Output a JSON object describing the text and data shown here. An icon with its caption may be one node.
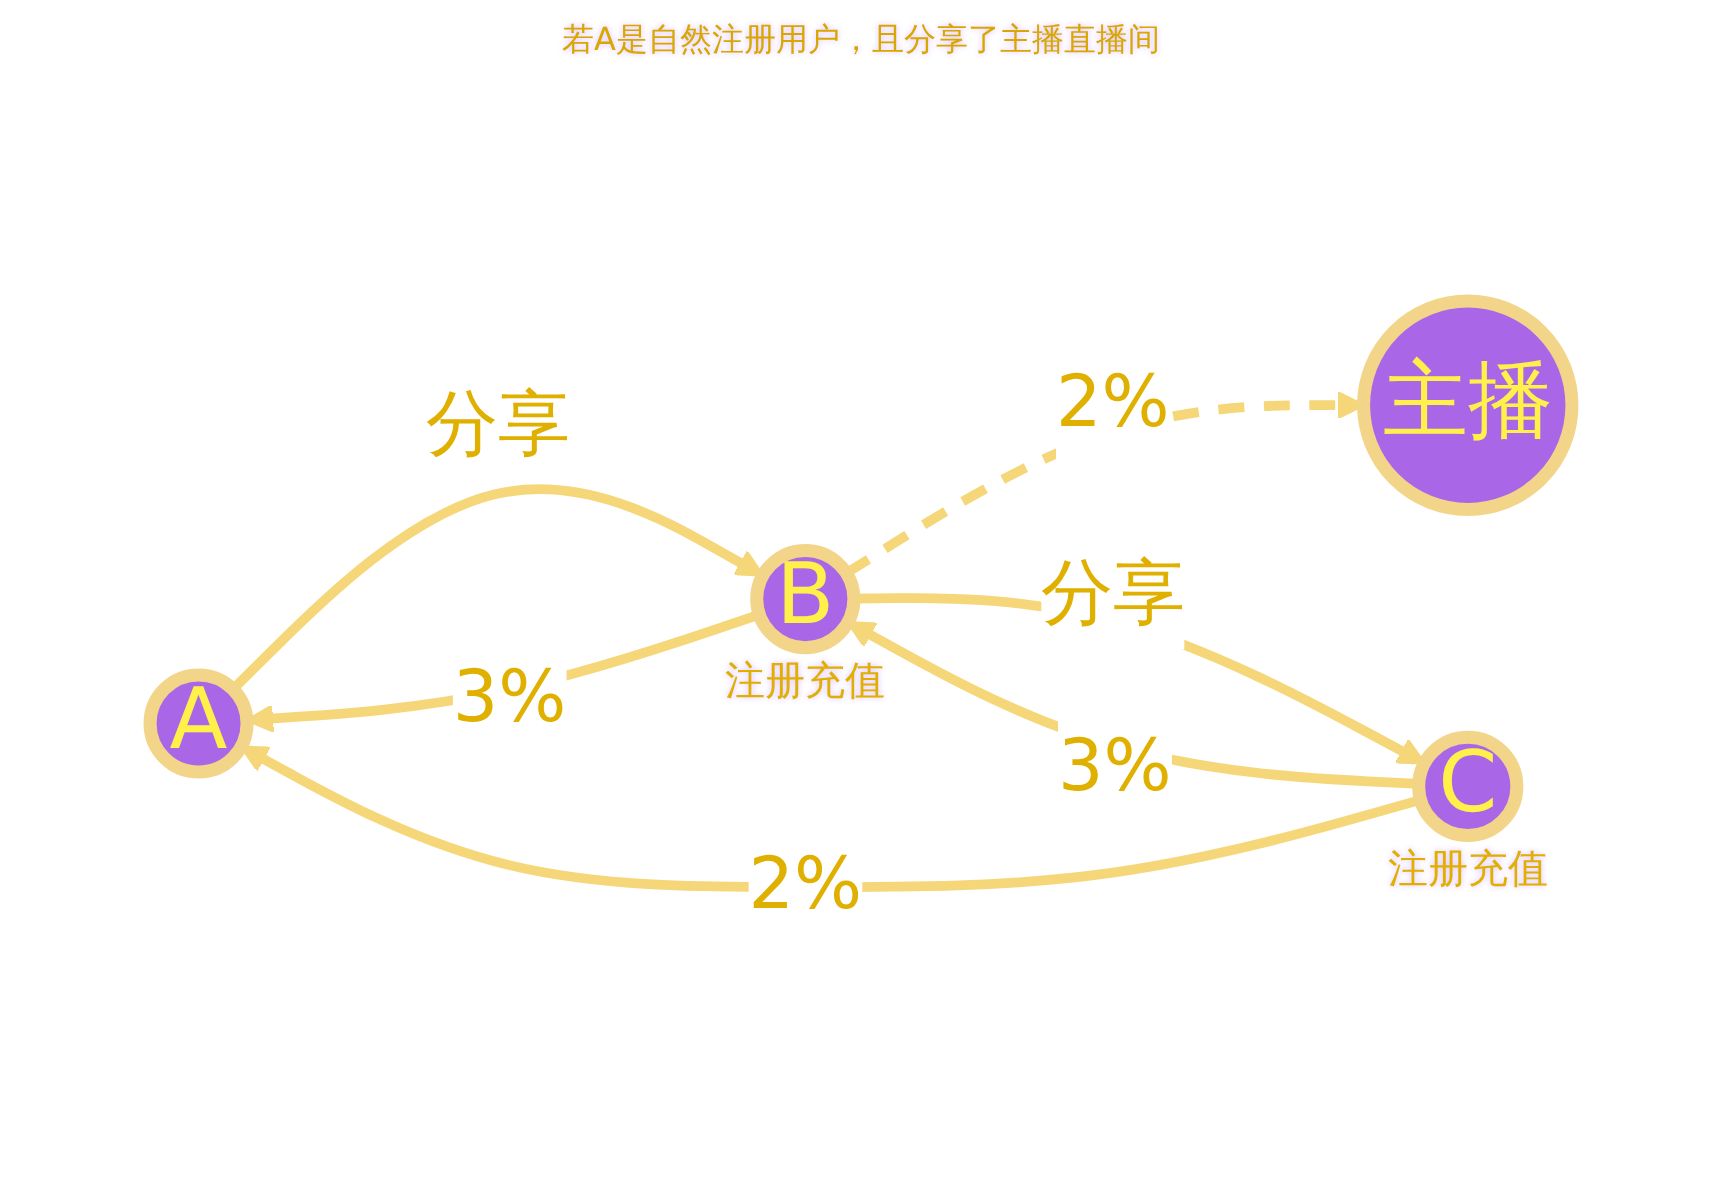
{
  "diagram": {
    "nodes": [
      {
        "text": [
          "主播"
        ]
      },
      {
        "text": [
          "A"
        ]
      },
      {
        "text": [
          "B"
        ],
        "beside": [
          "注册充值"
        ]
      },
      {
        "text": [
          "C"
        ],
        "beside": [
          "注册充值"
        ]
      }
    ],
    "edges": [
      {
        "from": 2,
        "to": 0,
        "arrow": "to",
        "label": "2%",
        "style": "dashed"
      },
      {
        "from": 1,
        "to": 2,
        "arrow": "to",
        "label": "分享"
      },
      {
        "from": 2,
        "to": 3,
        "arrow": "to",
        "label": "分享"
      },
      {
        "from": 2,
        "to": 1,
        "arrow": "to",
        "label": "3%"
      },
      {
        "from": 3,
        "to": 2,
        "arrow": "to",
        "label": "3%"
      },
      {
        "from": 3,
        "to": 1,
        "arrow": "to",
        "label": "2%"
      }
    ],
    "labels": [
      "若A是自然注册用户，且分享了主播直播间"
    ]
  }
}
